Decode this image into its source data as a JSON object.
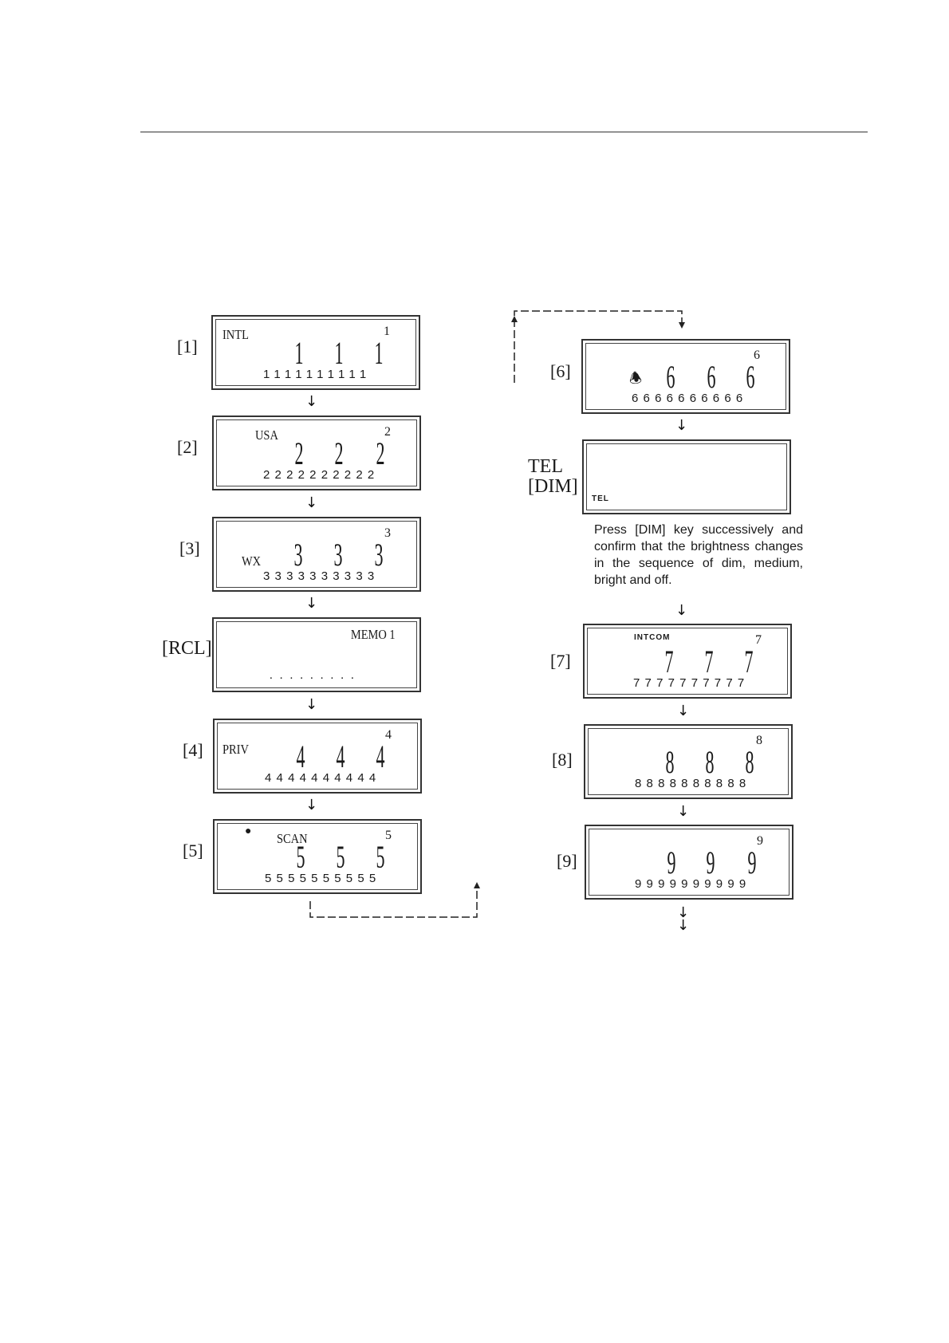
{
  "left_column": [
    {
      "label": "[1]",
      "mode": "INTL",
      "channel": "1",
      "big": "1",
      "small": "1111111111"
    },
    {
      "label": "[2]",
      "mode": "USA",
      "channel": "2",
      "big": "2",
      "small": "2222222222"
    },
    {
      "label": "[3]",
      "mode": "WX",
      "channel": "3",
      "big": "3",
      "small": "3333333333"
    },
    {
      "label": "[RCL]",
      "memo": "MEMO 1",
      "dots": "........."
    },
    {
      "label": "[4]",
      "mode": "PRIV",
      "channel": "4",
      "big": "4",
      "small": "4444444444"
    },
    {
      "label": "[5]",
      "mode": "SCAN",
      "channel": "5",
      "big": "5",
      "small": "5555555555"
    }
  ],
  "right_column": [
    {
      "label": "[6]",
      "channel": "6",
      "big": "6",
      "small": "6666666666",
      "icon": "speaker-icon"
    },
    {
      "label_line1": "TEL",
      "label_line2": "[DIM]",
      "indicator": "TEL"
    },
    {
      "label": "[7]",
      "mode": "INTCOM",
      "channel": "7",
      "big": "7",
      "small": "7777777777"
    },
    {
      "label": "[8]",
      "channel": "8",
      "big": "8",
      "small": "8888888888"
    },
    {
      "label": "[9]",
      "channel": "9",
      "big": "9",
      "small": "9999999999"
    }
  ],
  "note": "Press [DIM] key successively and confirm that the brightness changes in the sequence of dim, medium, bright and off."
}
